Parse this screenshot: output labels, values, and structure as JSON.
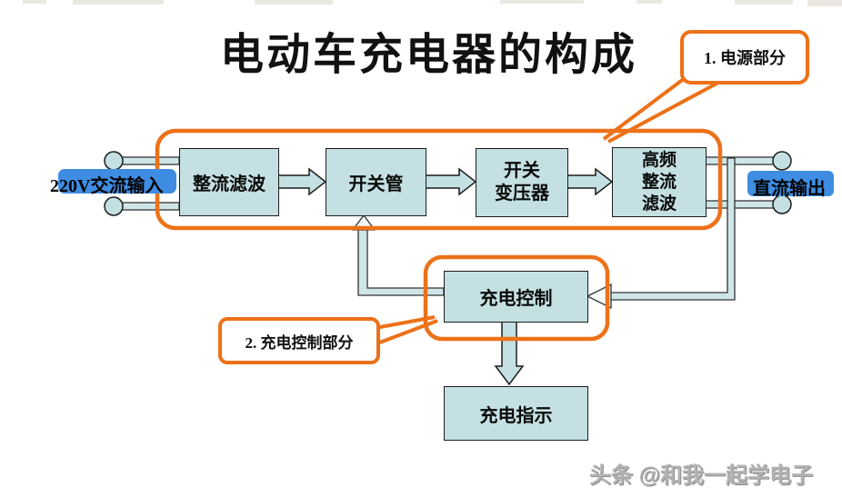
{
  "title": "电动车充电器的构成",
  "callout_power": {
    "label": "1. 电源部分"
  },
  "callout_control": {
    "label": "2. 充电控制部分"
  },
  "blocks": {
    "rectifier_filter": {
      "label": "整流滤波"
    },
    "switch_tube": {
      "label": "开关管"
    },
    "switch_transformer": {
      "label": "开关\n变压器"
    },
    "hf_rectifier_filter": {
      "label": "高频\n整流\n滤波"
    },
    "charge_control": {
      "label": "充电控制"
    },
    "charge_indicator": {
      "label": "充电指示"
    }
  },
  "io": {
    "ac_input": {
      "label": "220V交流输入"
    },
    "dc_output": {
      "label": "直流输出"
    }
  },
  "watermark": {
    "text": "头条 @和我一起学电子"
  },
  "colors": {
    "annotation_orange": "#ED7118",
    "block_fill": "#C4E0E3",
    "connector_fill": "#CFE6E8",
    "highlight_blue": "#3E8DE3",
    "text_black": "#111111",
    "watermark_gray": "#B3B3B3"
  }
}
